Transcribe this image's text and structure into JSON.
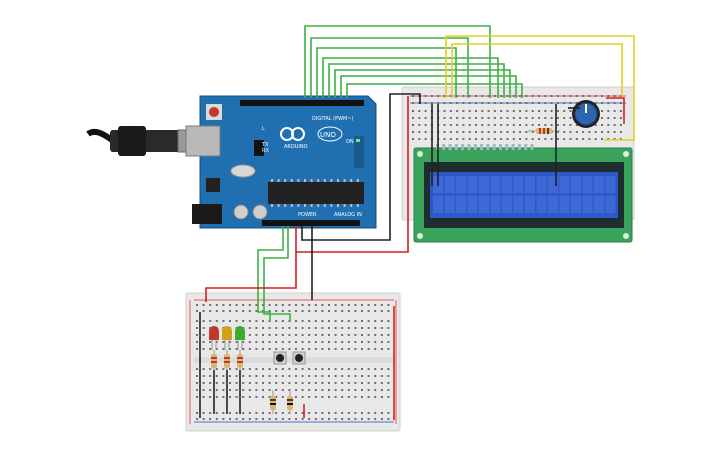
{
  "arduino": {
    "brand": "ARDUINO",
    "model": "UNO",
    "digital_header_label": "DIGITAL (PWM~)",
    "power_header_label": "POWER",
    "analog_header_label": "ANALOG IN",
    "on_led_label": "ON",
    "tx_label": "TX",
    "rx_label": "RX",
    "l_label": "L"
  },
  "lcd": {
    "type": "16x2 character LCD",
    "screen_color": "#2f58c9",
    "board_color": "#3aa35b"
  },
  "wire_colors": {
    "green": "#3cb043",
    "yellow": "#e6cf1e",
    "red": "#d81e1e",
    "black": "#222222"
  },
  "leds": [
    {
      "name": "red-led",
      "color": "#c0392b"
    },
    {
      "name": "amber-led",
      "color": "#d4a017"
    },
    {
      "name": "green-led",
      "color": "#3cab2e"
    }
  ]
}
